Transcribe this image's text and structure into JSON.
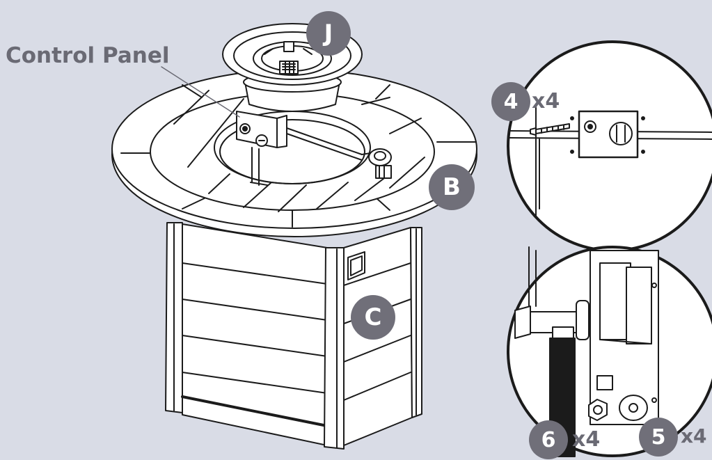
{
  "labels": {
    "control_panel": "Control Panel"
  },
  "parts": {
    "J": "J",
    "B": "B",
    "C": "C"
  },
  "hardware": [
    {
      "id": "4",
      "qty": "x4"
    },
    {
      "id": "6",
      "qty": "x4"
    },
    {
      "id": "5",
      "qty": "x4"
    }
  ],
  "colors": {
    "background": "#d9dce6",
    "line": "#1b1b1b",
    "badge": "#706f79",
    "label": "#6a6a74",
    "fill": "#ffffff"
  }
}
